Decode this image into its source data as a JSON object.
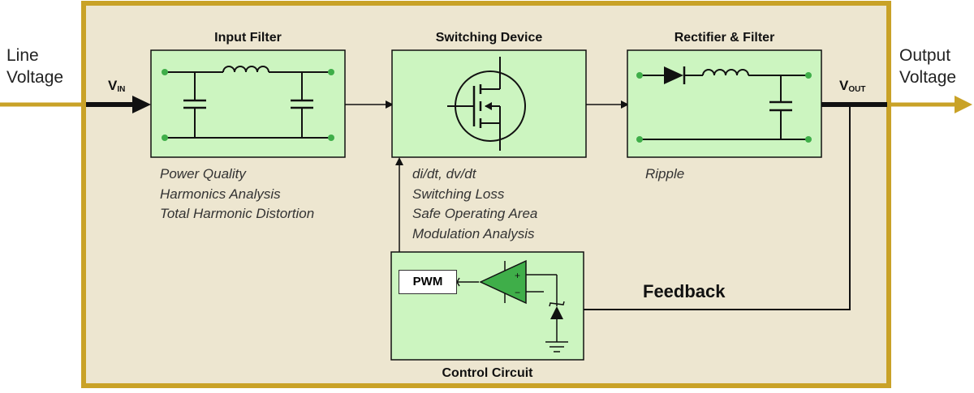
{
  "inputs": {
    "line_voltage": [
      "Line",
      "Voltage"
    ],
    "output_voltage": [
      "Output",
      "Voltage"
    ],
    "vin": {
      "main": "V",
      "sub": "IN"
    },
    "vout": {
      "main": "V",
      "sub": "OUT"
    }
  },
  "blocks": {
    "input_filter": {
      "title": "Input Filter",
      "notes": [
        "Power Quality",
        "Harmonics Analysis",
        "Total Harmonic Distortion"
      ]
    },
    "switching_device": {
      "title": "Switching Device",
      "notes": [
        "di/dt, dv/dt",
        "Switching Loss",
        "Safe Operating Area",
        "Modulation Analysis"
      ]
    },
    "rectifier_filter": {
      "title": "Rectifier & Filter",
      "notes": [
        "Ripple"
      ]
    },
    "control_circuit": {
      "title": "Control Circuit",
      "pwm_label": "PWM",
      "opamp_plus": "+",
      "opamp_minus": "−"
    }
  },
  "feedback_label": "Feedback",
  "colors": {
    "frame_border": "#c9a227",
    "frame_fill": "#ede6d0",
    "block_fill": "#ccf5c0",
    "arrow_gold": "#c9a227",
    "opamp_fill": "#3fae49",
    "node_green": "#3fae49"
  }
}
